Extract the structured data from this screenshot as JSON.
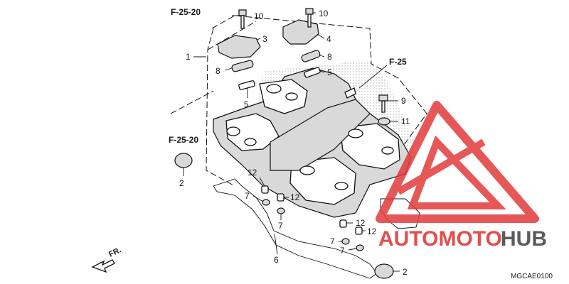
{
  "diagram": {
    "refs": {
      "top_left": "F-25-20",
      "mid_left": "F-25-20",
      "right": "F-25"
    },
    "callouts": {
      "c10a": "10",
      "c10b": "10",
      "c3": "3",
      "c4": "4",
      "c1": "1",
      "c8a": "8",
      "c8b": "8",
      "c5a": "5",
      "c5b": "5",
      "c9": "9",
      "c11": "11",
      "c2a": "2",
      "c2b": "2",
      "c12a": "12",
      "c12b": "12",
      "c12c": "12",
      "c12d": "12",
      "c7a": "7",
      "c7b": "7",
      "c7c": "7",
      "c7d": "7",
      "c6": "6"
    },
    "front_marker": "FR.",
    "diagram_code": "MGCAE0100"
  },
  "watermark": {
    "part1": "AUTOMOTO",
    "part2": "HUB",
    "color_red": "#e23b3b",
    "color_dark": "#4a4a4a"
  }
}
